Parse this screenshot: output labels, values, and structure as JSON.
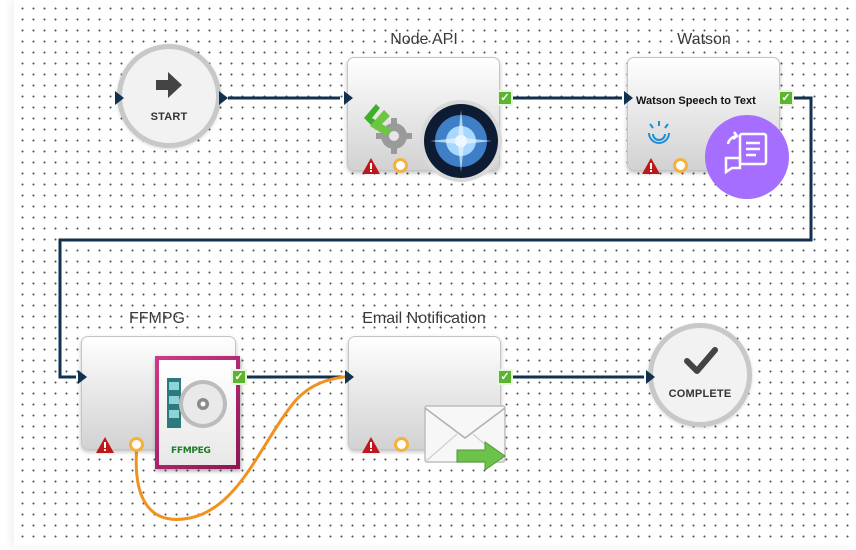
{
  "canvas": {
    "grid": "dotted"
  },
  "colors": {
    "wire": "#12304f",
    "error_wire": "#f0931e",
    "success": "#5cb531",
    "warning": "#c01818",
    "ring": "#f4b23c"
  },
  "nodes": {
    "start": {
      "label": "START",
      "icon": "arrow-right-icon"
    },
    "node_api": {
      "title": "Node API",
      "icons": [
        "gear-icon",
        "node-api-logo-icon"
      ]
    },
    "watson": {
      "title": "Watson",
      "service_label": "Watson Speech to Text",
      "icons": [
        "ibm-watson-logo-icon",
        "speech-to-text-icon"
      ]
    },
    "ffmpg": {
      "title": "FFMPG",
      "icon": "ffmpeg-icon",
      "icon_text": "FFMPEG"
    },
    "email": {
      "title": "Email Notification",
      "icon": "email-send-icon"
    },
    "complete": {
      "label": "COMPLETE",
      "icon": "checkmark-icon"
    }
  }
}
